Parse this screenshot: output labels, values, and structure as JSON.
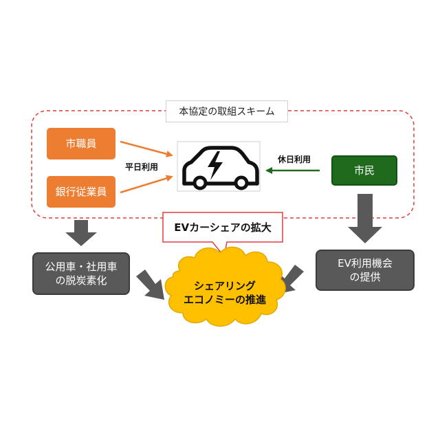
{
  "diagram": {
    "frame_title": "本協定の取組スキーム",
    "nodes": {
      "city_staff": "市職員",
      "bank_staff": "銀行従業員",
      "citizens": "市民",
      "decarbonization": [
        "公用車・社用車",
        "の脱炭素化"
      ],
      "ev_opportunity": [
        "EV利用機会",
        "の提供"
      ]
    },
    "edge_labels": {
      "weekday": "平日利用",
      "holiday": "休日利用"
    },
    "callout": "EVカーシェアの拡大",
    "cloud": [
      "シェアリング",
      "エコノミーの推進"
    ],
    "colors": {
      "orange": "#ed7d31",
      "green": "#1e6b1e",
      "gray": "#595959",
      "cloud_fill": "#ffc000",
      "dashed_border": "#e03c3c",
      "callout_border": "#e03c3c"
    },
    "icons": [
      "ev-car-icon",
      "lightning-bolt-icon"
    ]
  }
}
